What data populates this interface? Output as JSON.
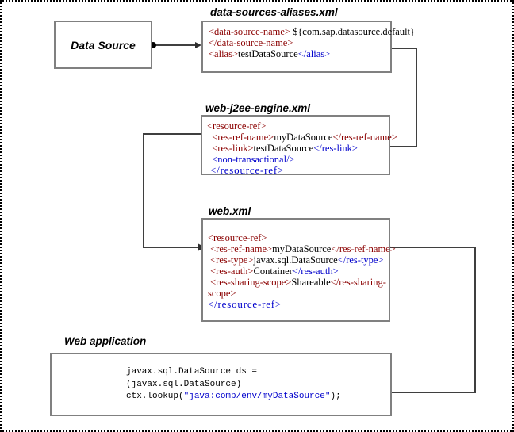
{
  "colors": {
    "tag_red": "#8b0000",
    "tag_blue": "#0000cc",
    "string_blue": "#0000cc",
    "box_border_gray": "#808080",
    "connector_gray": "#3f3f3f"
  },
  "data_source": {
    "label": "Data Source"
  },
  "files": [
    {
      "title": "data-sources-aliases.xml",
      "lines": [
        [
          {
            "t": "<data-source-name>",
            "c": "red"
          },
          {
            "t": " ${com.sap.datasource.default}",
            "c": "black"
          }
        ],
        [
          {
            "t": "</data-source-name>",
            "c": "red"
          }
        ],
        [
          {
            "t": "<alias>",
            "c": "red"
          },
          {
            "t": "testDataSource",
            "c": "black"
          },
          {
            "t": "</alias>",
            "c": "blue"
          }
        ]
      ]
    },
    {
      "title": "web-j2ee-engine.xml",
      "lines": [
        [
          {
            "t": "<resource-ref>",
            "c": "red"
          }
        ],
        [
          {
            "t": "  <res-ref-name>",
            "c": "red"
          },
          {
            "t": "myDataSource",
            "c": "black"
          },
          {
            "t": "</res-ref-name>",
            "c": "red"
          }
        ],
        [
          {
            "t": "  <res-link>",
            "c": "red"
          },
          {
            "t": "testDataSource",
            "c": "black"
          },
          {
            "t": "</res-link>",
            "c": "blue"
          }
        ],
        [
          {
            "t": "  <non-transactional/>",
            "c": "blue"
          }
        ],
        [
          {
            "t": " </resource-ref>",
            "c": "bluelg"
          }
        ]
      ]
    },
    {
      "title": "web.xml",
      "lines": [
        [
          {
            "t": "<resource-ref>",
            "c": "red"
          }
        ],
        [
          {
            "t": " <res-ref-name>",
            "c": "red"
          },
          {
            "t": "myDataSource",
            "c": "black"
          },
          {
            "t": "</res-ref-name>",
            "c": "red"
          }
        ],
        [
          {
            "t": " <res-type>",
            "c": "red"
          },
          {
            "t": "javax.sql.DataSource",
            "c": "black"
          },
          {
            "t": "</res-type>",
            "c": "blue"
          }
        ],
        [
          {
            "t": " <res-auth>",
            "c": "red"
          },
          {
            "t": "Container",
            "c": "black"
          },
          {
            "t": "</res-auth>",
            "c": "blue"
          }
        ],
        [
          {
            "t": " <res-sharing-scope>",
            "c": "red"
          },
          {
            "t": "Shareable",
            "c": "black"
          },
          {
            "t": "</res-sharing-",
            "c": "red"
          }
        ],
        [
          {
            "t": "scope>",
            "c": "red"
          }
        ],
        [
          {
            "t": "</resource-ref>",
            "c": "bluelg"
          }
        ]
      ]
    }
  ],
  "web_application": {
    "title": "Web application",
    "lines": [
      [
        {
          "t": "javax.sql.DataSource ds =",
          "c": "black"
        }
      ],
      [
        {
          "t": "(javax.sql.DataSource)",
          "c": "black"
        }
      ],
      [
        {
          "t": "ctx.lookup(",
          "c": "black"
        },
        {
          "t": "\"java:comp/env/myDataSource\"",
          "c": "blue"
        },
        {
          "t": ");",
          "c": "black"
        }
      ]
    ]
  }
}
